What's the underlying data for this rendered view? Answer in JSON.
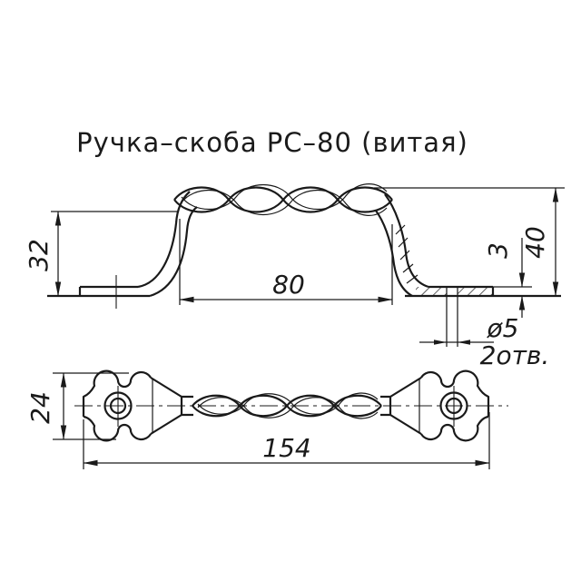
{
  "title": "Ручка–скоба РС–80 (витая)",
  "side_view": {
    "dim_height_to_grip": "32",
    "dim_grip_span": "80",
    "dim_total_height": "40",
    "dim_plate_thickness": "3",
    "dim_hole_diameter": "ø5",
    "dim_holes_note": "2отв."
  },
  "plan_view": {
    "dim_plate_width": "24",
    "dim_total_length": "154"
  },
  "colors": {
    "line": "#1a1a1a",
    "background": "#ffffff"
  }
}
